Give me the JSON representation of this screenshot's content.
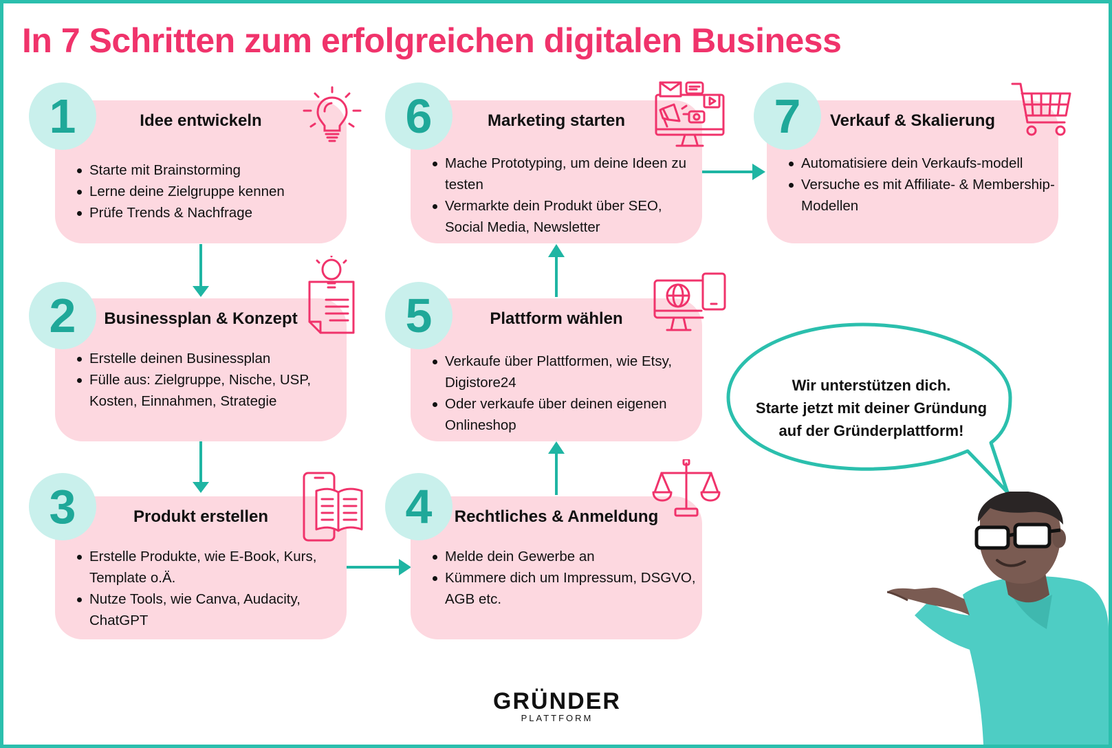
{
  "title": "In 7 Schritten zum erfolgreichen digitalen Business",
  "steps": [
    {
      "number": "1",
      "title": "Idee entwickeln",
      "bullets": [
        "Starte mit Brainstorming",
        "Lerne deine Zielgruppe kennen",
        "Prüfe Trends & Nachfrage"
      ]
    },
    {
      "number": "2",
      "title": "Businessplan & Konzept",
      "bullets": [
        "Erstelle deinen Businessplan",
        "Fülle aus: Zielgruppe, Nische, USP, Kosten, Einnahmen, Strategie"
      ]
    },
    {
      "number": "3",
      "title": "Produkt erstellen",
      "bullets": [
        "Erstelle Produkte, wie E-Book, Kurs, Template o.Ä.",
        "Nutze Tools, wie Canva, Audacity, ChatGPT"
      ]
    },
    {
      "number": "4",
      "title": "Rechtliches & Anmeldung",
      "bullets": [
        "Melde dein Gewerbe an",
        "Kümmere dich um Impressum, DSGVO, AGB etc."
      ]
    },
    {
      "number": "5",
      "title": "Plattform wählen",
      "bullets": [
        "Verkaufe über Plattformen, wie Etsy, Digistore24",
        "Oder verkaufe über deinen eigenen Onlineshop"
      ]
    },
    {
      "number": "6",
      "title": "Marketing starten",
      "bullets": [
        "Mache Prototyping, um deine Ideen zu testen",
        "Vermarkte dein Produkt über SEO, Social Media, Newsletter"
      ]
    },
    {
      "number": "7",
      "title": "Verkauf & Skalierung",
      "bullets": [
        "Automatisiere dein Verkaufs-modell",
        "Versuche es mit Affiliate- & Membership-Modellen"
      ]
    }
  ],
  "speech_bubble": {
    "line1": "Wir unterstützen dich.",
    "line2": "Starte jetzt mit deiner Gründung",
    "line3": "auf der Gründerplattform!"
  },
  "logo": {
    "main": "GRÜNDER",
    "sub": "PLATTFORM"
  },
  "colors": {
    "accent": "#f0336b",
    "teal": "#2bbfad",
    "card": "#fdd8e0",
    "circle": "#c9f0ec"
  }
}
